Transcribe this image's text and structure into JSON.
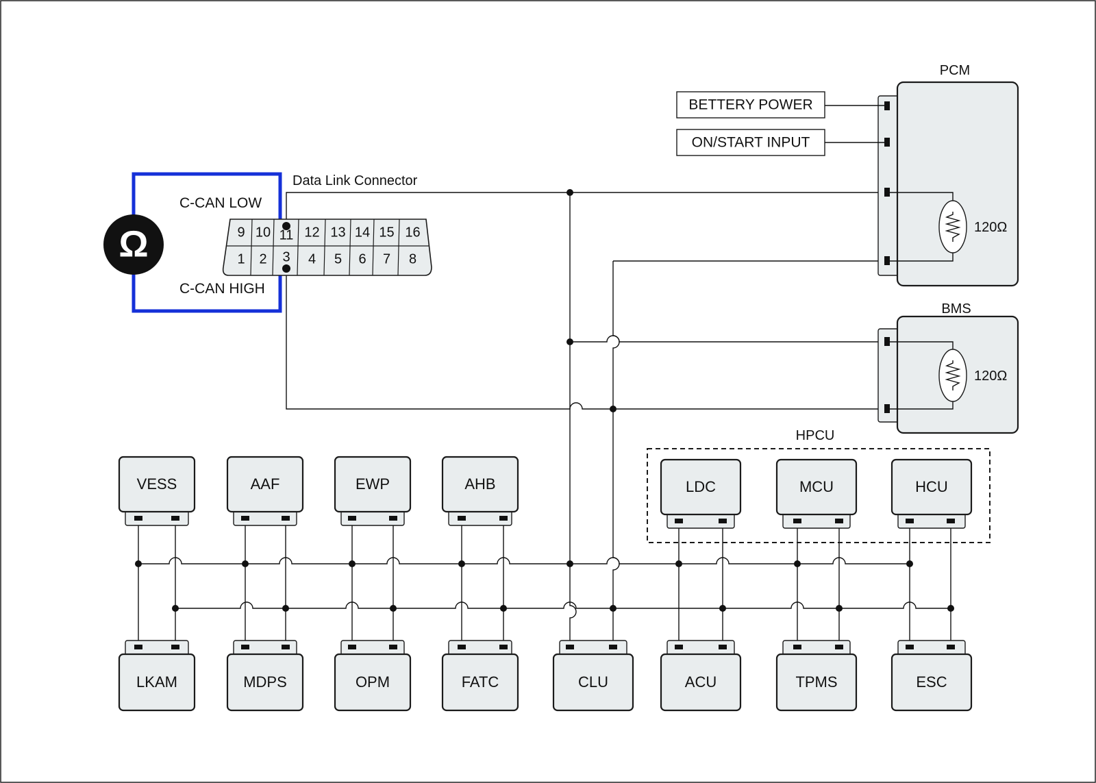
{
  "dlc": {
    "title": "Data Link Connector",
    "pins_top": [
      "9",
      "10",
      "11",
      "12",
      "13",
      "14",
      "15",
      "16"
    ],
    "pins_bottom": [
      "1",
      "2",
      "3",
      "4",
      "5",
      "6",
      "7",
      "8"
    ]
  },
  "meter": {
    "symbol": "Ω",
    "low_label": "C-CAN LOW",
    "high_label": "C-CAN HIGH",
    "wire_color": "#1530d8"
  },
  "pcm": {
    "name": "PCM",
    "resistor": "120Ω",
    "inputs": [
      "BETTERY POWER",
      "ON/START INPUT"
    ]
  },
  "bms": {
    "name": "BMS",
    "resistor": "120Ω"
  },
  "hpcu": {
    "name": "HPCU",
    "modules": [
      "LDC",
      "MCU",
      "HCU"
    ]
  },
  "upper_modules": [
    "VESS",
    "AAF",
    "EWP",
    "AHB"
  ],
  "lower_modules": [
    "LKAM",
    "MDPS",
    "OPM",
    "FATC",
    "CLU",
    "ACU",
    "TPMS",
    "ESC"
  ],
  "colors": {
    "module_fill": "#e9edee",
    "stroke": "#1a1a1a"
  }
}
